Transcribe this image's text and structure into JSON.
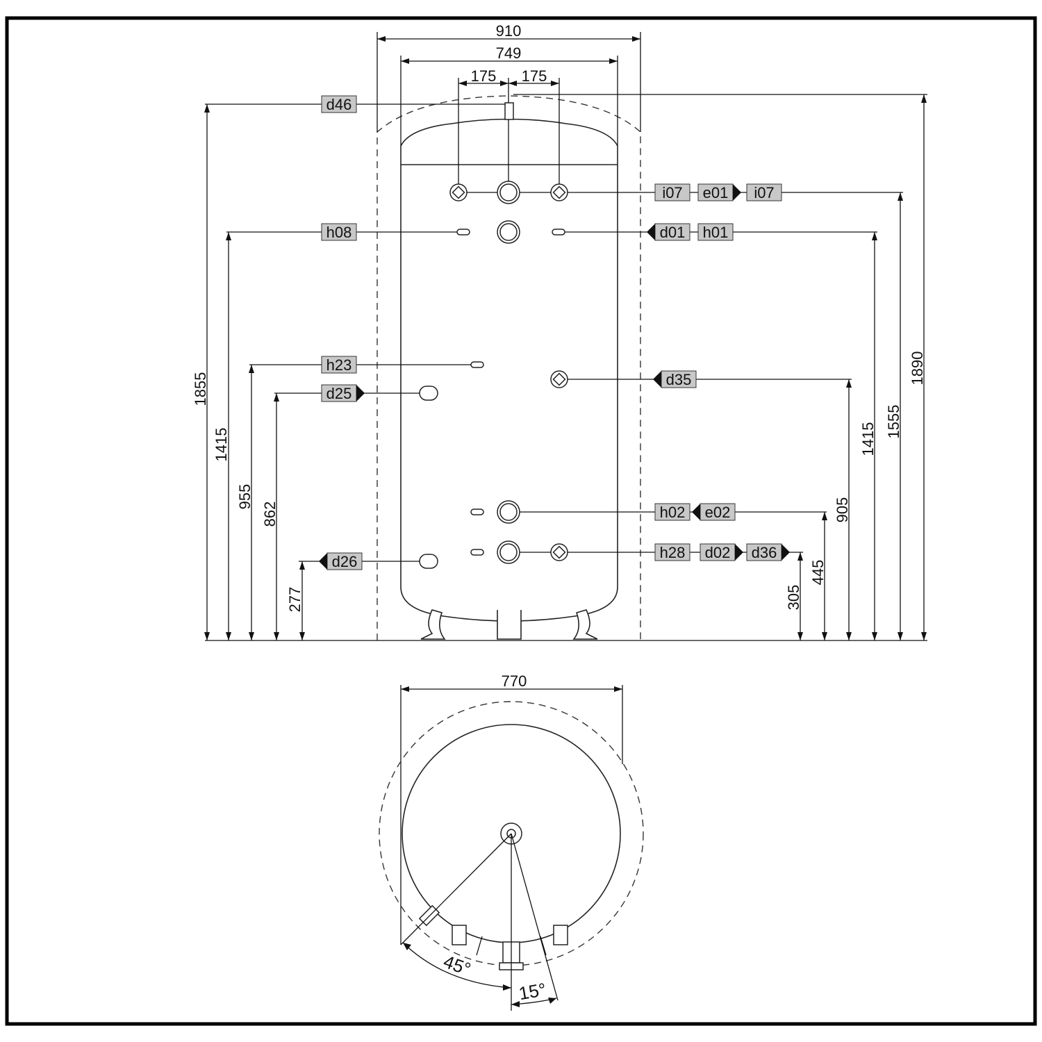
{
  "colors": {
    "frame": "#000000",
    "line": "#111111",
    "label_fill": "#c8c8c8",
    "background": "#ffffff"
  },
  "top_view_dims": {
    "overall_width": "910",
    "tank_width": "749",
    "spacing_left": "175",
    "spacing_right": "175"
  },
  "left_heights": {
    "h1855": "1855",
    "h1415": "1415",
    "h955": "955",
    "h862": "862",
    "h277": "277"
  },
  "right_heights": {
    "h305": "305",
    "h445": "445",
    "h905": "905",
    "h1415": "1415",
    "h1555": "1555",
    "h1890": "1890"
  },
  "labels": {
    "d46": "d46",
    "h08": "h08",
    "h23": "h23",
    "d25": "d25",
    "d26": "d26",
    "i07_a": "i07",
    "e01": "e01",
    "i07_b": "i07",
    "d01": "d01",
    "h01": "h01",
    "d35": "d35",
    "h02": "h02",
    "e02": "e02",
    "h28": "h28",
    "d02": "d02",
    "d36": "d36"
  },
  "plan_view": {
    "diameter": "770",
    "angle_45": "45°",
    "angle_15": "15°"
  }
}
